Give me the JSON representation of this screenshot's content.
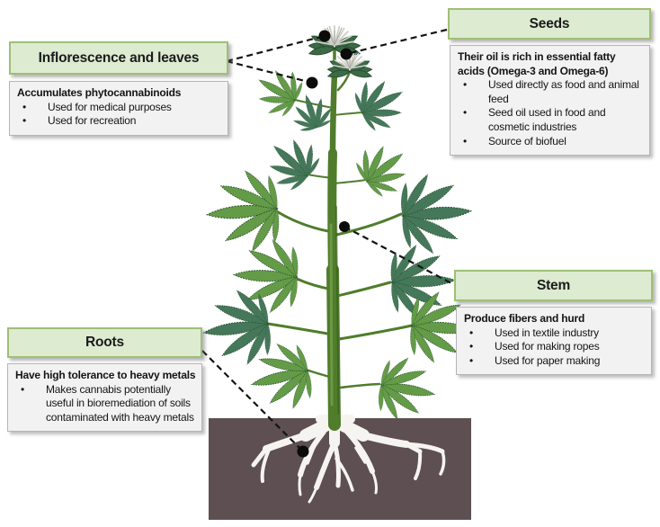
{
  "diagram": {
    "subject": "Cannabis plant parts and their uses",
    "plant_parts": [
      "Inflorescence and leaves",
      "Seeds",
      "Stem",
      "Roots"
    ]
  },
  "ui": {
    "bullet_char": "•"
  },
  "colors": {
    "callout_header_fill": "#ddebd1",
    "callout_header_border": "#9fbf77",
    "callout_body_fill": "#f2f2f2",
    "callout_body_border": "#b5b5b5",
    "connector_line": "#141414",
    "soil_brown": "#5d4f52",
    "stem_green": "#4f7d2c",
    "leaf_light_green": "#649b47",
    "leaf_dark_green": "#45785a",
    "roots_white": "#f6f4f0",
    "flower_white": "#d9d9d4"
  },
  "callouts": [
    {
      "id": "inflorescence",
      "title": "Inflorescence and leaves",
      "lead": "Accumulates phytocannabinoids",
      "bullets": [
        "Used for medical purposes",
        "Used for recreation"
      ]
    },
    {
      "id": "seeds",
      "title": "Seeds",
      "lead": "Their oil is rich in essential fatty acids (Omega-3 and Omega-6)",
      "bullets": [
        "Used directly as food and animal feed",
        "Seed oil used in food and cosmetic industries",
        "Source of biofuel"
      ]
    },
    {
      "id": "stem",
      "title": "Stem",
      "lead": "Produce fibers and hurd",
      "bullets": [
        "Used in textile industry",
        "Used for making ropes",
        "Used for paper making"
      ]
    },
    {
      "id": "roots",
      "title": "Roots",
      "lead": "Have high tolerance to heavy metals",
      "bullets": [
        "Makes cannabis potentially useful in bioremediation of soils contaminated with heavy metals"
      ]
    }
  ]
}
